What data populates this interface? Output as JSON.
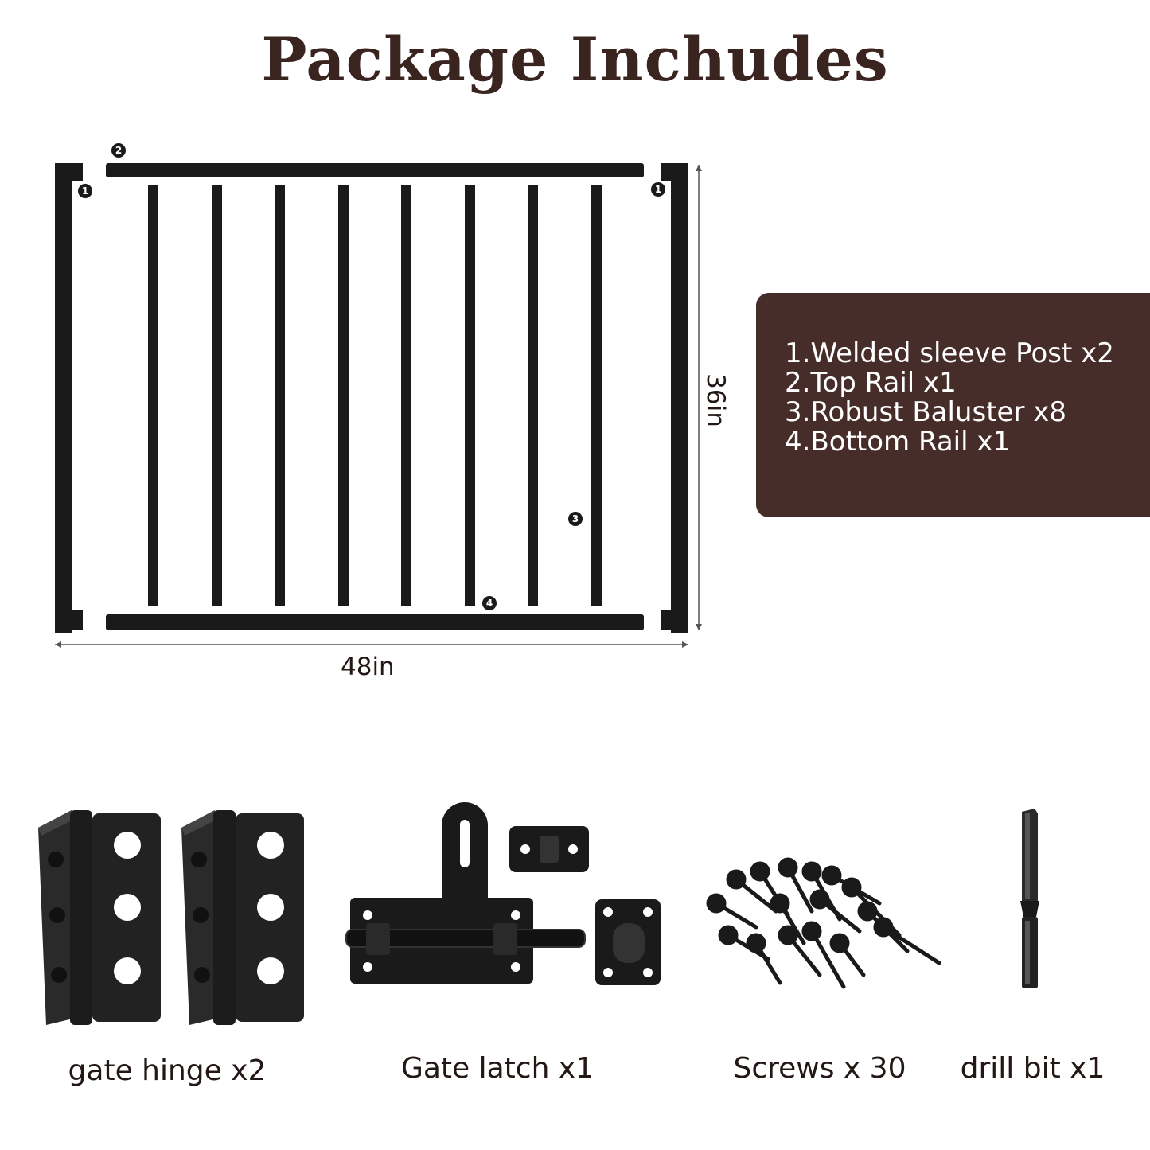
{
  "header": {
    "title": "Package Inchudes"
  },
  "diagram": {
    "callouts": [
      "1",
      "2",
      "1",
      "3",
      "4"
    ],
    "width_label": "48in",
    "height_label": "36in"
  },
  "parts_list": {
    "items": [
      "1.Welded sleeve Post x2",
      "2.Top Rail x1",
      "3.Robust Baluster x8",
      "4.Bottom Rail x1"
    ]
  },
  "hardware": {
    "hinge_label": "gate hinge x2",
    "latch_label": "Gate latch x1",
    "screws_label": "Screws x 30",
    "drill_label": "drill bit x1"
  },
  "colors": {
    "title": "#3a2420",
    "panel_background": "#462d2a",
    "metal": "#1a1a1a"
  }
}
